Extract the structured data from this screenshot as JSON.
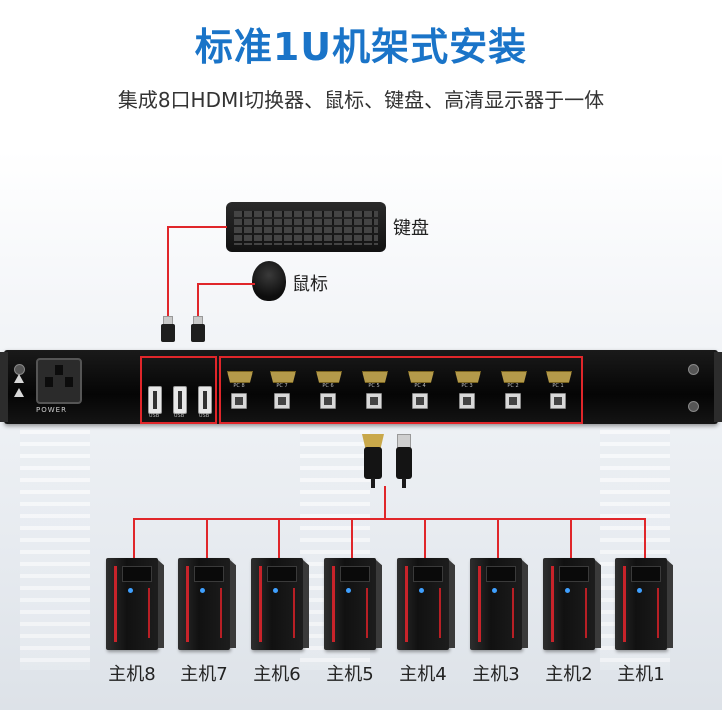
{
  "header": {
    "title": "标准1U机架式安装",
    "subtitle": "集成8口HDMI切换器、鼠标、键盘、高清显示器于一体"
  },
  "peripherals": {
    "keyboard_label": "键盘",
    "mouse_label": "鼠标"
  },
  "panel": {
    "power_label": "POWER",
    "usb_port_labels": [
      "USB",
      "USB",
      "USB"
    ],
    "pc_port_labels": [
      "PC 8",
      "PC 7",
      "PC 6",
      "PC 5",
      "PC 4",
      "PC 3",
      "PC 2",
      "PC 1"
    ]
  },
  "hosts": [
    "主机8",
    "主机7",
    "主机6",
    "主机5",
    "主机4",
    "主机3",
    "主机2",
    "主机1"
  ],
  "colors": {
    "title_blue": "#1a74c8",
    "highlight_red": "#e0262a",
    "panel_black": "#0b0b0b"
  }
}
